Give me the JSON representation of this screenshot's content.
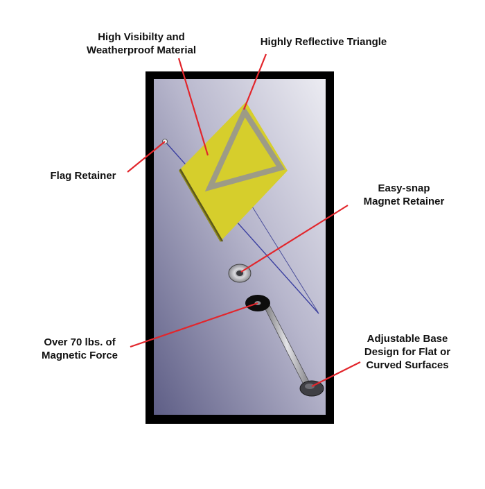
{
  "colors": {
    "frame": "#000000",
    "backdrop_light": "#e9e9ef",
    "backdrop_dark": "#5f5f86",
    "flag": "#d7cf2c",
    "triangle": "#9b9a84",
    "leader": "#e2262c",
    "rod": "#3a3fa0"
  },
  "callouts": {
    "material": [
      "High Visibilty and",
      "Weatherproof Material"
    ],
    "triangle": [
      "Highly Reflective Triangle"
    ],
    "flag_retainer": [
      "Flag Retainer"
    ],
    "magnet_retainer": [
      "Easy-snap",
      "Magnet Retainer"
    ],
    "force": [
      "Over 70 lbs. of",
      "Magnetic Force"
    ],
    "base": [
      "Adjustable Base",
      "Design for Flat or",
      "Curved Surfaces"
    ]
  }
}
